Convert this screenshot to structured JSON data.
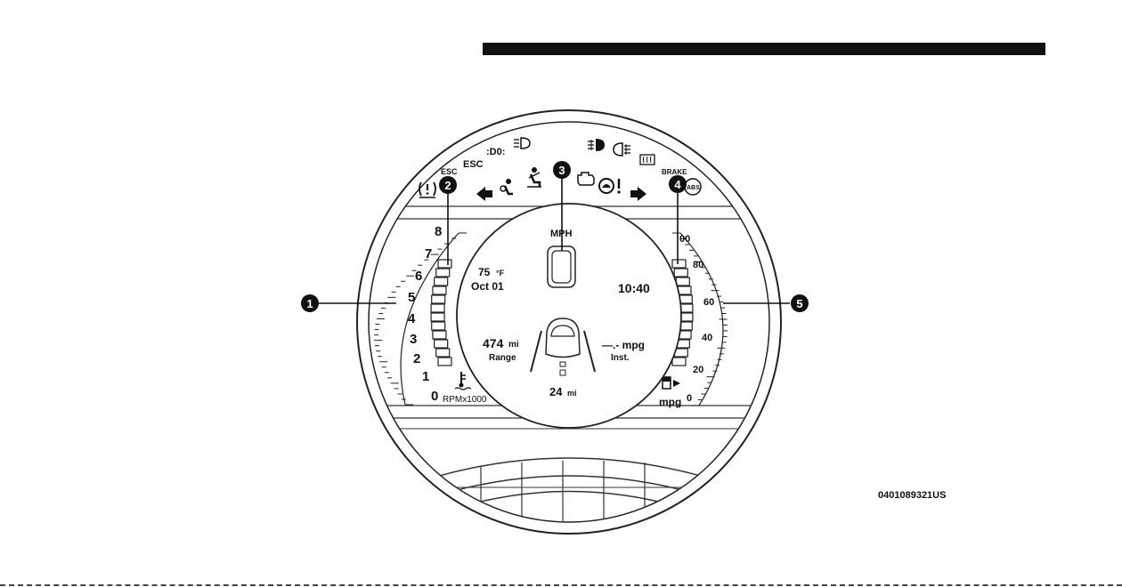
{
  "figure_id": "0401089321US",
  "callouts": [
    "1",
    "2",
    "3",
    "4",
    "5"
  ],
  "tachometer": {
    "ticks": [
      "0",
      "1",
      "2",
      "3",
      "4",
      "5",
      "6",
      "7",
      "8"
    ],
    "unit": "RPMx1000"
  },
  "fuel_economy_gauge": {
    "ticks": [
      "0",
      "20",
      "40",
      "60",
      "80",
      "00"
    ],
    "unit": "mpg"
  },
  "display": {
    "speed_unit": "MPH",
    "temperature": "75",
    "temperature_unit": "°F",
    "date": "Oct 01",
    "time": "10:40",
    "range_value": "474",
    "range_unit": "mi",
    "range_label": "Range",
    "inst_value": "—.- mpg",
    "inst_label": "Inst.",
    "trip_value": "24",
    "trip_unit": "mi"
  },
  "telltales": {
    "esc_small": "ESC",
    "esc": "ESC",
    "brake": "BRAKE",
    "abs": "ABS"
  },
  "icons": [
    "tire-pressure-icon",
    "left-turn-arrow-icon",
    "airbag-icon",
    "seatbelt-icon",
    "check-engine-icon",
    "brake-warning-icon",
    "right-turn-arrow-icon",
    "park-lamp-icon",
    "high-beam-icon",
    "front-fog-icon",
    "rear-fog-icon",
    "rear-defrost-icon",
    "coolant-temp-icon",
    "fuel-pump-icon",
    "car-icon"
  ]
}
